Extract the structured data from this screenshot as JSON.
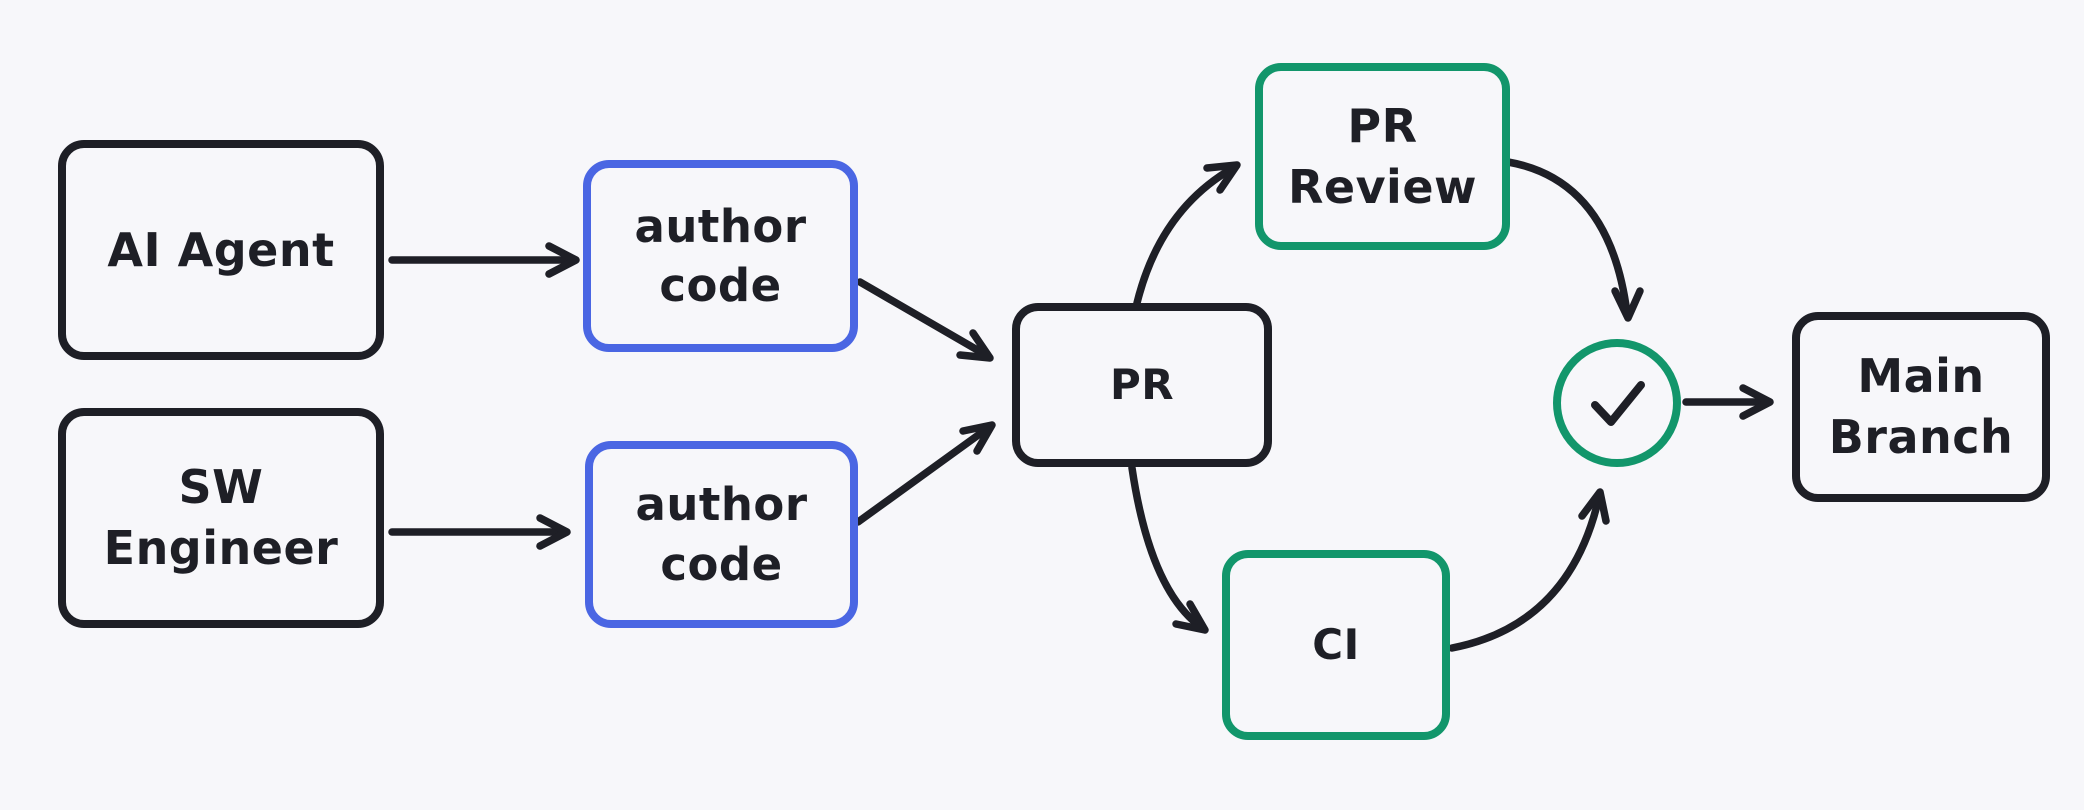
{
  "diagram": {
    "title": "PR workflow diagram",
    "colors": {
      "bg": "#f7f7fa",
      "dark": "#1e1f26",
      "blue": "#4a66e3",
      "green": "#12966b",
      "text": "#1e1f26"
    },
    "nodes": {
      "ai_agent": {
        "label": "AI Agent",
        "border": "dark"
      },
      "sw_engineer": {
        "label": "SW\nEngineer",
        "border": "dark"
      },
      "author_code_top": {
        "label": "author\ncode",
        "border": "blue"
      },
      "author_code_bottom": {
        "label": "author\ncode",
        "border": "blue"
      },
      "pr": {
        "label": "PR",
        "border": "dark"
      },
      "pr_review": {
        "label": "PR\nReview",
        "border": "green"
      },
      "ci": {
        "label": "CI",
        "border": "green"
      },
      "checks_passed": {
        "icon": "check-icon",
        "border": "green"
      },
      "main_branch": {
        "label": "Main\nBranch",
        "border": "dark"
      }
    },
    "edges": [
      {
        "from": "ai_agent",
        "to": "author_code_top",
        "style": "straight"
      },
      {
        "from": "sw_engineer",
        "to": "author_code_bottom",
        "style": "straight"
      },
      {
        "from": "author_code_top",
        "to": "pr",
        "style": "straight"
      },
      {
        "from": "author_code_bottom",
        "to": "pr",
        "style": "straight"
      },
      {
        "from": "pr",
        "to": "pr_review",
        "style": "curved"
      },
      {
        "from": "pr",
        "to": "ci",
        "style": "curved"
      },
      {
        "from": "pr_review",
        "to": "checks_passed",
        "style": "curved"
      },
      {
        "from": "ci",
        "to": "checks_passed",
        "style": "curved"
      },
      {
        "from": "checks_passed",
        "to": "main_branch",
        "style": "straight"
      }
    ]
  }
}
